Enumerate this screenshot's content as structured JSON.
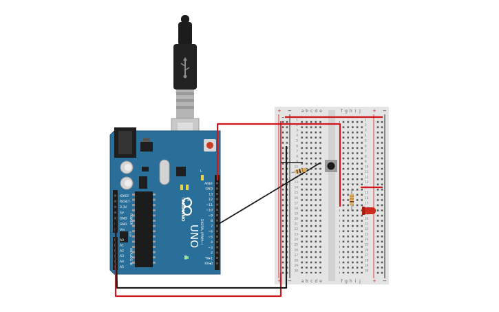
{
  "canvas_background": "#ffffff",
  "colors": {
    "board": "#2a6f99",
    "board_edge": "#1d5678",
    "breadboard": "#e4e4e4",
    "wire_red": "#d0151b",
    "wire_black": "#1a1a1a",
    "led_red": "#cc2a1f",
    "plus_rail": "#d82a2a",
    "minus_rail": "#1a1a1a"
  },
  "arduino": {
    "brand": "ARDUINO",
    "model": "UNO",
    "power_header_title": "POWER",
    "analog_header_title": "ANALOG IN",
    "digital_header_title": "DIGITAL (PWM~)",
    "icsp_label": "ICSP",
    "tx_led": "TX",
    "rx_led": "RX",
    "l_led": "L",
    "on_led": "ON",
    "digital_pins": [
      "AREF",
      "GND",
      "13",
      "12",
      "~11",
      "~10",
      "~9",
      "8",
      "7",
      "~6",
      "~5",
      "4",
      "~3",
      "2",
      "TX▸1",
      "RX◂0"
    ],
    "power_pins": [
      "IOREF",
      "RESET",
      "3.3V",
      "5V",
      "GND",
      "GND",
      "Vin"
    ],
    "analog_pins": [
      "A0",
      "A1",
      "A2",
      "A3",
      "A4",
      "A5"
    ]
  },
  "usb_cable": {
    "icon": "usb-icon"
  },
  "breadboard": {
    "column_letters_left": [
      "a",
      "b",
      "c",
      "d",
      "e"
    ],
    "column_letters_right": [
      "f",
      "g",
      "h",
      "i",
      "j"
    ],
    "rail_plus": "+",
    "rail_minus": "−",
    "row_count": 30
  },
  "components": [
    {
      "type": "resistor",
      "name": "pull-down resistor",
      "orientation": "diagonal"
    },
    {
      "type": "pushbutton",
      "name": "pushbutton"
    },
    {
      "type": "resistor",
      "name": "led resistor",
      "orientation": "vertical"
    },
    {
      "type": "led",
      "name": "red led",
      "color": "red"
    }
  ]
}
